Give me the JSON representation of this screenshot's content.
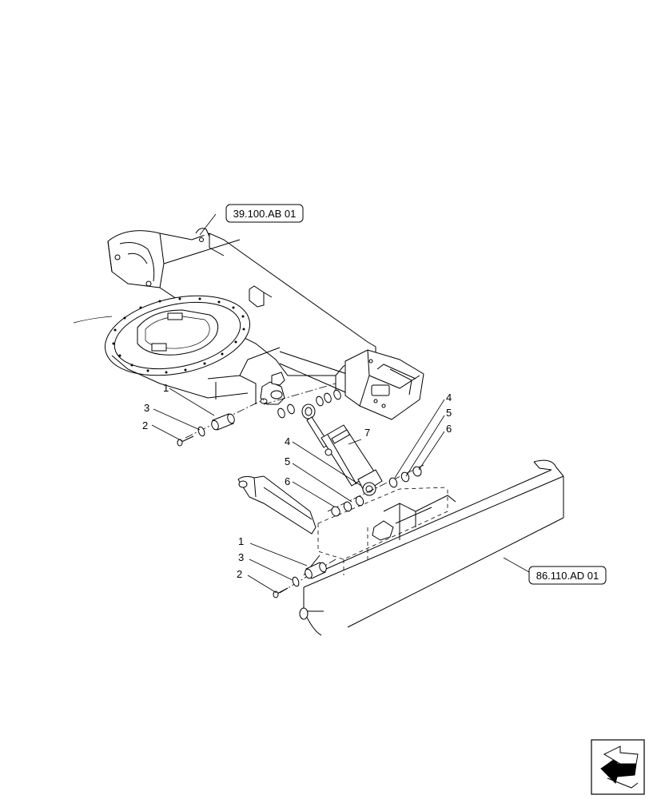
{
  "references": {
    "frame": "39.100.AB 01",
    "blade": "86.110.AD 01"
  },
  "callouts": {
    "upper_pin": "1",
    "upper_washer": "3",
    "upper_bolt": "2",
    "rod_side_4": "4",
    "rod_side_5": "5",
    "rod_side_6": "6",
    "cylinder": "7",
    "base_side_4": "4",
    "base_side_5": "5",
    "base_side_6": "6",
    "lower_pin": "1",
    "lower_washer": "3",
    "lower_bolt": "2"
  },
  "nav_icon": "next-page-arrow-icon"
}
